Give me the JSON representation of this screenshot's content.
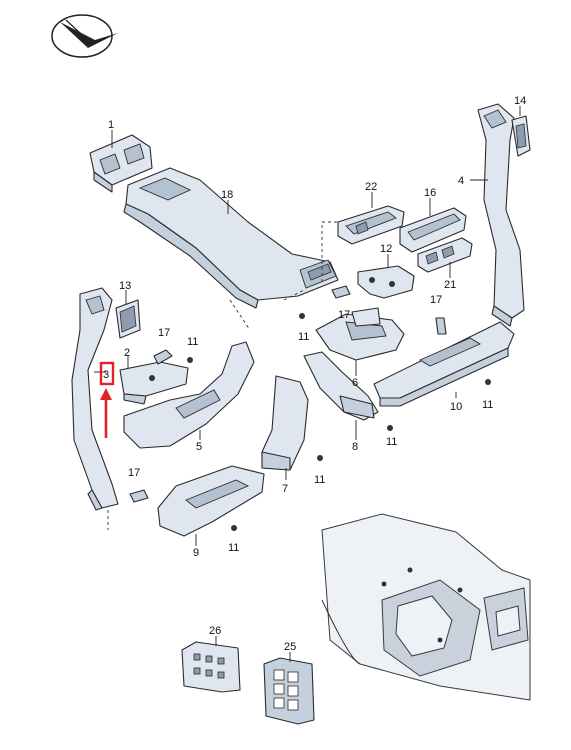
{
  "callouts": {
    "c1": "1",
    "c2": "2",
    "c3": "3",
    "c4": "4",
    "c5": "5",
    "c6": "6",
    "c7": "7",
    "c8": "8",
    "c9": "9",
    "c10": "10",
    "c11a": "11",
    "c11b": "11",
    "c11c": "11",
    "c11d": "11",
    "c11e": "11",
    "c11f": "11",
    "c12": "12",
    "c13": "13",
    "c14": "14",
    "c16": "16",
    "c17a": "17",
    "c17b": "17",
    "c17c": "17",
    "c17d": "17",
    "c18": "18",
    "c21": "21",
    "c22": "22",
    "c25": "25",
    "c26": "26"
  },
  "highlight": {
    "color": "#e0202a",
    "target_part": "3"
  },
  "colors": {
    "part_fill": "#dfe6ef",
    "outline": "#2b2b2b"
  }
}
